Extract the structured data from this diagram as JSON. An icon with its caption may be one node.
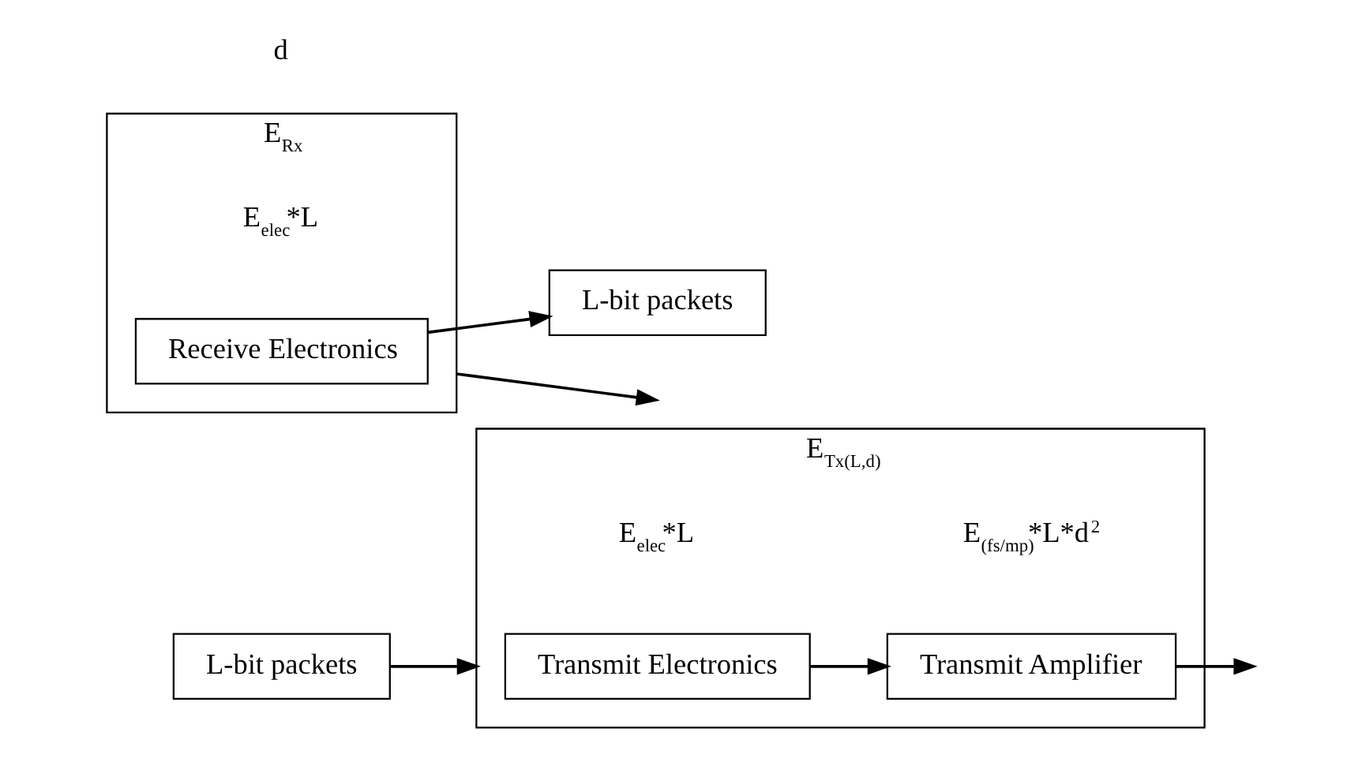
{
  "diagram": {
    "nodes": [
      {
        "text": [
          "L-bit packets"
        ]
      },
      {
        "text": [
          "E$_{Tx(L,d)}$"
        ]
      },
      {
        "text": [
          "Transmit Electronics"
        ],
        "in": 1,
        "beside": [
          "E$_{elec}$*L"
        ]
      },
      {
        "text": [
          "Transmit Amplifier"
        ],
        "in": 1,
        "beside": [
          "E$_{(fs/mp)}$*L*d$^{2}$"
        ]
      },
      {
        "text": [
          "E$_{Rx}$"
        ]
      },
      {
        "text": [
          "Receive Electronics"
        ],
        "in": 4,
        "beside": [
          "E$_{elec}$*L"
        ]
      },
      {
        "text": [
          "L-bit packets"
        ]
      }
    ],
    "edges": [
      {
        "from": 0,
        "to": 1,
        "arrow": "to"
      },
      {
        "from": 2,
        "to": 3,
        "arrow": "to"
      },
      {
        "from": 3,
        "to": null,
        "arrow": "to"
      },
      {
        "from": 4,
        "to": null,
        "arrow": "to"
      },
      {
        "from": 5,
        "to": 6,
        "arrow": "to"
      }
    ],
    "labels": [
      "d"
    ]
  }
}
